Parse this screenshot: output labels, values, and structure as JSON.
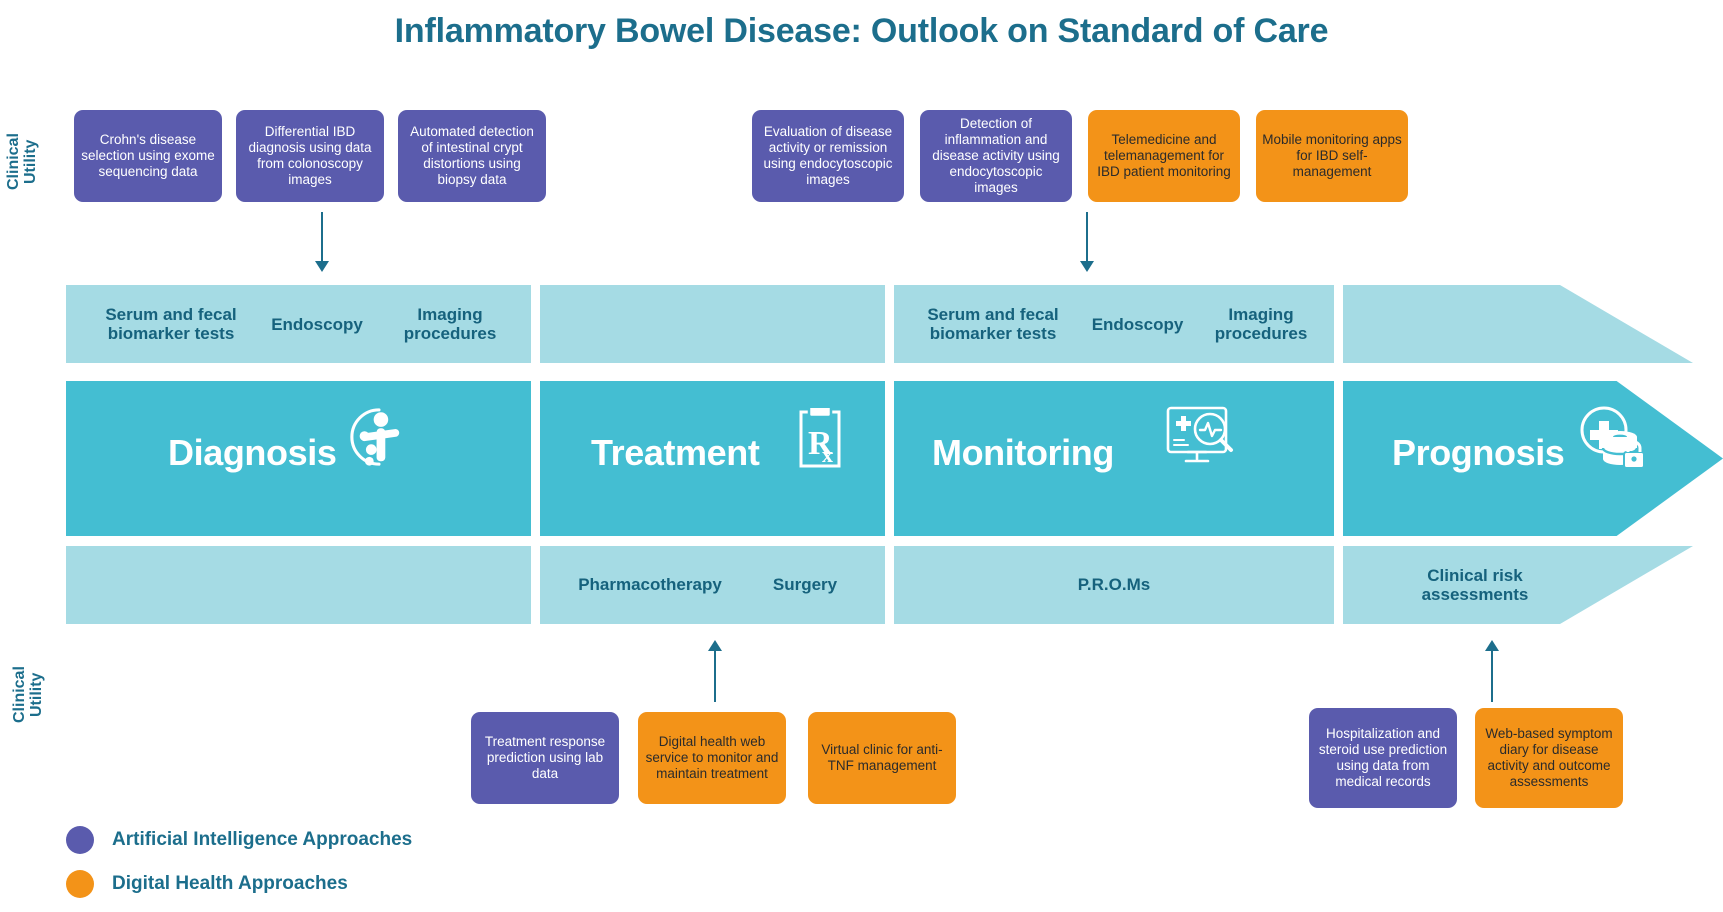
{
  "title": "Inflammatory Bowel Disease: Outlook on Standard of Care",
  "colors": {
    "title": "#1c6e8c",
    "ai_purple": "#5a5bad",
    "dh_orange": "#f39318",
    "band_light": "#a5dbe4",
    "band_main": "#44bed2",
    "band_text": "#16627d",
    "arrow": "#1c6e8c"
  },
  "side_labels": {
    "top": "Clinical\nUtility",
    "bottom": "Clinical\nUtility"
  },
  "top_chips": [
    {
      "type": "ai",
      "text": "Crohn's disease selection using exome sequencing data"
    },
    {
      "type": "ai",
      "text": "Differential IBD diagnosis using data from colonoscopy images"
    },
    {
      "type": "ai",
      "text": "Automated detection of intestinal crypt distortions using biopsy data"
    },
    {
      "type": "ai",
      "text": "Evaluation of disease activity or remission using endocytoscopic images"
    },
    {
      "type": "ai",
      "text": "Detection of inflammation and disease activity using endocytoscopic images"
    },
    {
      "type": "dh",
      "text": "Telemedicine and telemanagement for IBD patient monitoring"
    },
    {
      "type": "dh",
      "text": "Mobile monitoring apps for IBD self-management"
    }
  ],
  "bottom_chips": [
    {
      "type": "ai",
      "text": "Treatment response prediction using lab data"
    },
    {
      "type": "dh",
      "text": "Digital health web service to monitor and maintain treatment"
    },
    {
      "type": "dh",
      "text": "Virtual clinic for anti-TNF management"
    },
    {
      "type": "ai",
      "text": "Hospitalization and steroid use prediction using data from medical records"
    },
    {
      "type": "dh",
      "text": "Web-based symptom diary for disease activity and outcome assessments"
    }
  ],
  "stages": [
    {
      "label": "Diagnosis",
      "icon": "patient-diagnosis-icon"
    },
    {
      "label": "Treatment",
      "icon": "prescription-rx-icon"
    },
    {
      "label": "Monitoring",
      "icon": "monitor-ecg-magnifier-icon"
    },
    {
      "label": "Prognosis",
      "icon": "medical-records-lock-icon"
    }
  ],
  "upper_band_items": {
    "diagnosis": [
      "Serum and fecal\nbiomarker tests",
      "Endoscopy",
      "Imaging\nprocedures"
    ],
    "treatment": [],
    "monitoring": [
      "Serum and fecal\nbiomarker tests",
      "Endoscopy",
      "Imaging\nprocedures"
    ],
    "prognosis": []
  },
  "lower_band_items": {
    "diagnosis": [],
    "treatment": [
      "Pharmacotherapy",
      "Surgery"
    ],
    "monitoring": [
      "P.R.O.Ms"
    ],
    "prognosis": [
      "Clinical risk\nassessments"
    ]
  },
  "legend": [
    {
      "color_key": "ai_purple",
      "label": "Artificial Intelligence Approaches"
    },
    {
      "color_key": "dh_orange",
      "label": "Digital Health Approaches"
    }
  ]
}
